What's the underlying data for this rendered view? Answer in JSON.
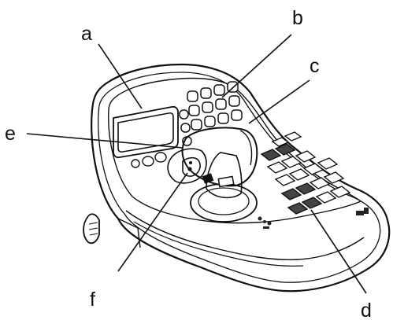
{
  "labels": {
    "a": "a",
    "b": "b",
    "c": "c",
    "d": "d",
    "e": "e",
    "f": "f"
  },
  "colors": {
    "line": "#111111",
    "fill": "#ffffff",
    "shade": "#333333"
  },
  "icons": [
    "joystick-icon",
    "lcd-display-icon",
    "keypad-icon"
  ]
}
